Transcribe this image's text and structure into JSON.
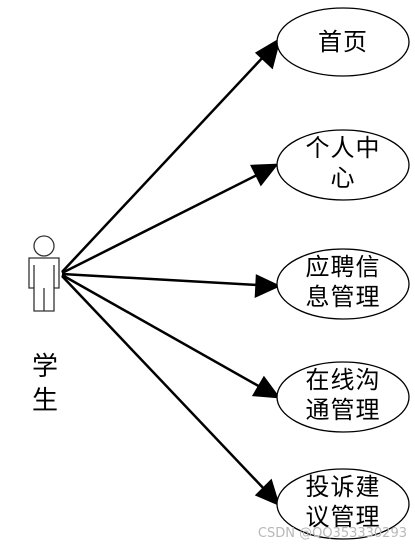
{
  "actor": {
    "label": "学\n生"
  },
  "use_cases": [
    {
      "id": "home",
      "label": "首页"
    },
    {
      "id": "personal-center",
      "label": "个人中\n心"
    },
    {
      "id": "job-info-management",
      "label": "应聘信\n息管理"
    },
    {
      "id": "online-communication-management",
      "label": "在线沟\n通管理"
    },
    {
      "id": "complaint-suggestion-management",
      "label": "投诉建\n议管理"
    }
  ],
  "watermark": "CSDN @QQ353330293"
}
